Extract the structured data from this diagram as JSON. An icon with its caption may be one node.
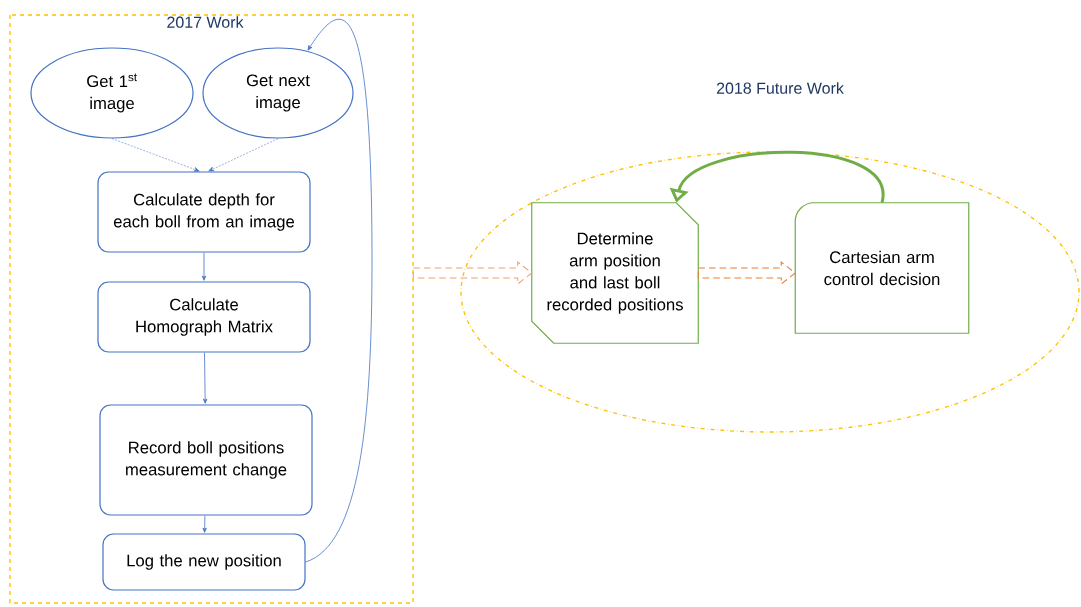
{
  "diagram": {
    "nodes": [
      {
        "text": [
          "2017 Work"
        ]
      },
      {
        "text": [
          "Get 1$^{st}$ image"
        ],
        "in": 0
      },
      {
        "text": [
          "Get next image"
        ],
        "in": 0
      },
      {
        "text": [
          "Calculate depth for each boll from an image"
        ],
        "in": 0
      },
      {
        "text": [
          "Calculate Homograph Matrix"
        ],
        "in": 0
      },
      {
        "text": [
          "Record boll positions measurement change"
        ],
        "in": 0
      },
      {
        "text": [
          "Log the new position"
        ],
        "in": 0
      },
      {
        "text": [
          "2018 Future Work"
        ]
      },
      {
        "text": [
          "Determine arm position and last boll recorded positions"
        ],
        "in": 7
      },
      {
        "text": [
          "Cartesian arm control decision"
        ],
        "in": 7
      }
    ],
    "edges": [
      {
        "from": 1,
        "to": 3,
        "arrow": "to",
        "style": "dashed"
      },
      {
        "from": 2,
        "to": 3,
        "arrow": "to",
        "style": "dashed"
      },
      {
        "from": 3,
        "to": 4,
        "arrow": "to"
      },
      {
        "from": 4,
        "to": 5,
        "arrow": "to"
      },
      {
        "from": 5,
        "to": 6,
        "arrow": "to"
      },
      {
        "from": 6,
        "to": 2,
        "arrow": "to"
      },
      {
        "from": 0,
        "to": 8,
        "arrow": "to",
        "style": "dashed",
        "color": "#f4a06a"
      },
      {
        "from": 8,
        "to": 9,
        "arrow": "to",
        "style": "dashed",
        "color": "#ed7d31"
      },
      {
        "from": 9,
        "to": 8,
        "arrow": "to",
        "style": "thick",
        "color": "#70ad47"
      }
    ]
  }
}
